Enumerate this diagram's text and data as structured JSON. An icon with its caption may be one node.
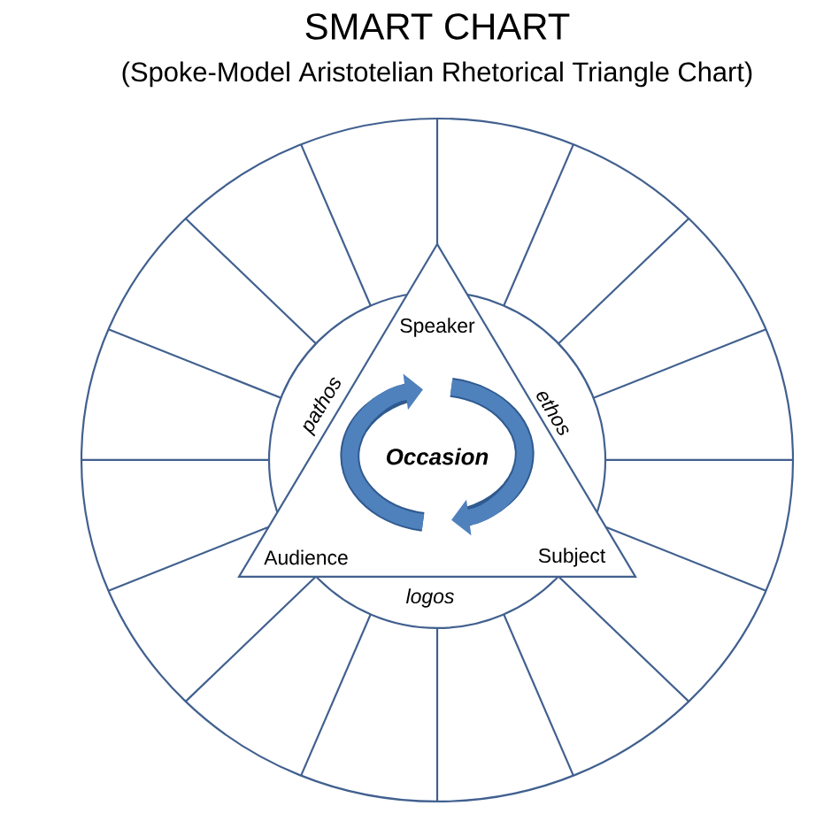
{
  "diagram": {
    "title": "SMART CHART",
    "nodes": [
      {
        "text": [
          "Speaker",
          "Audience",
          "Subject",
          "Occasion"
        ]
      }
    ],
    "edges": [],
    "labels": [
      "(Spoke-Model Aristotelian Rhetorical Triangle Chart)",
      "pathos",
      "ethos",
      "logos"
    ]
  }
}
